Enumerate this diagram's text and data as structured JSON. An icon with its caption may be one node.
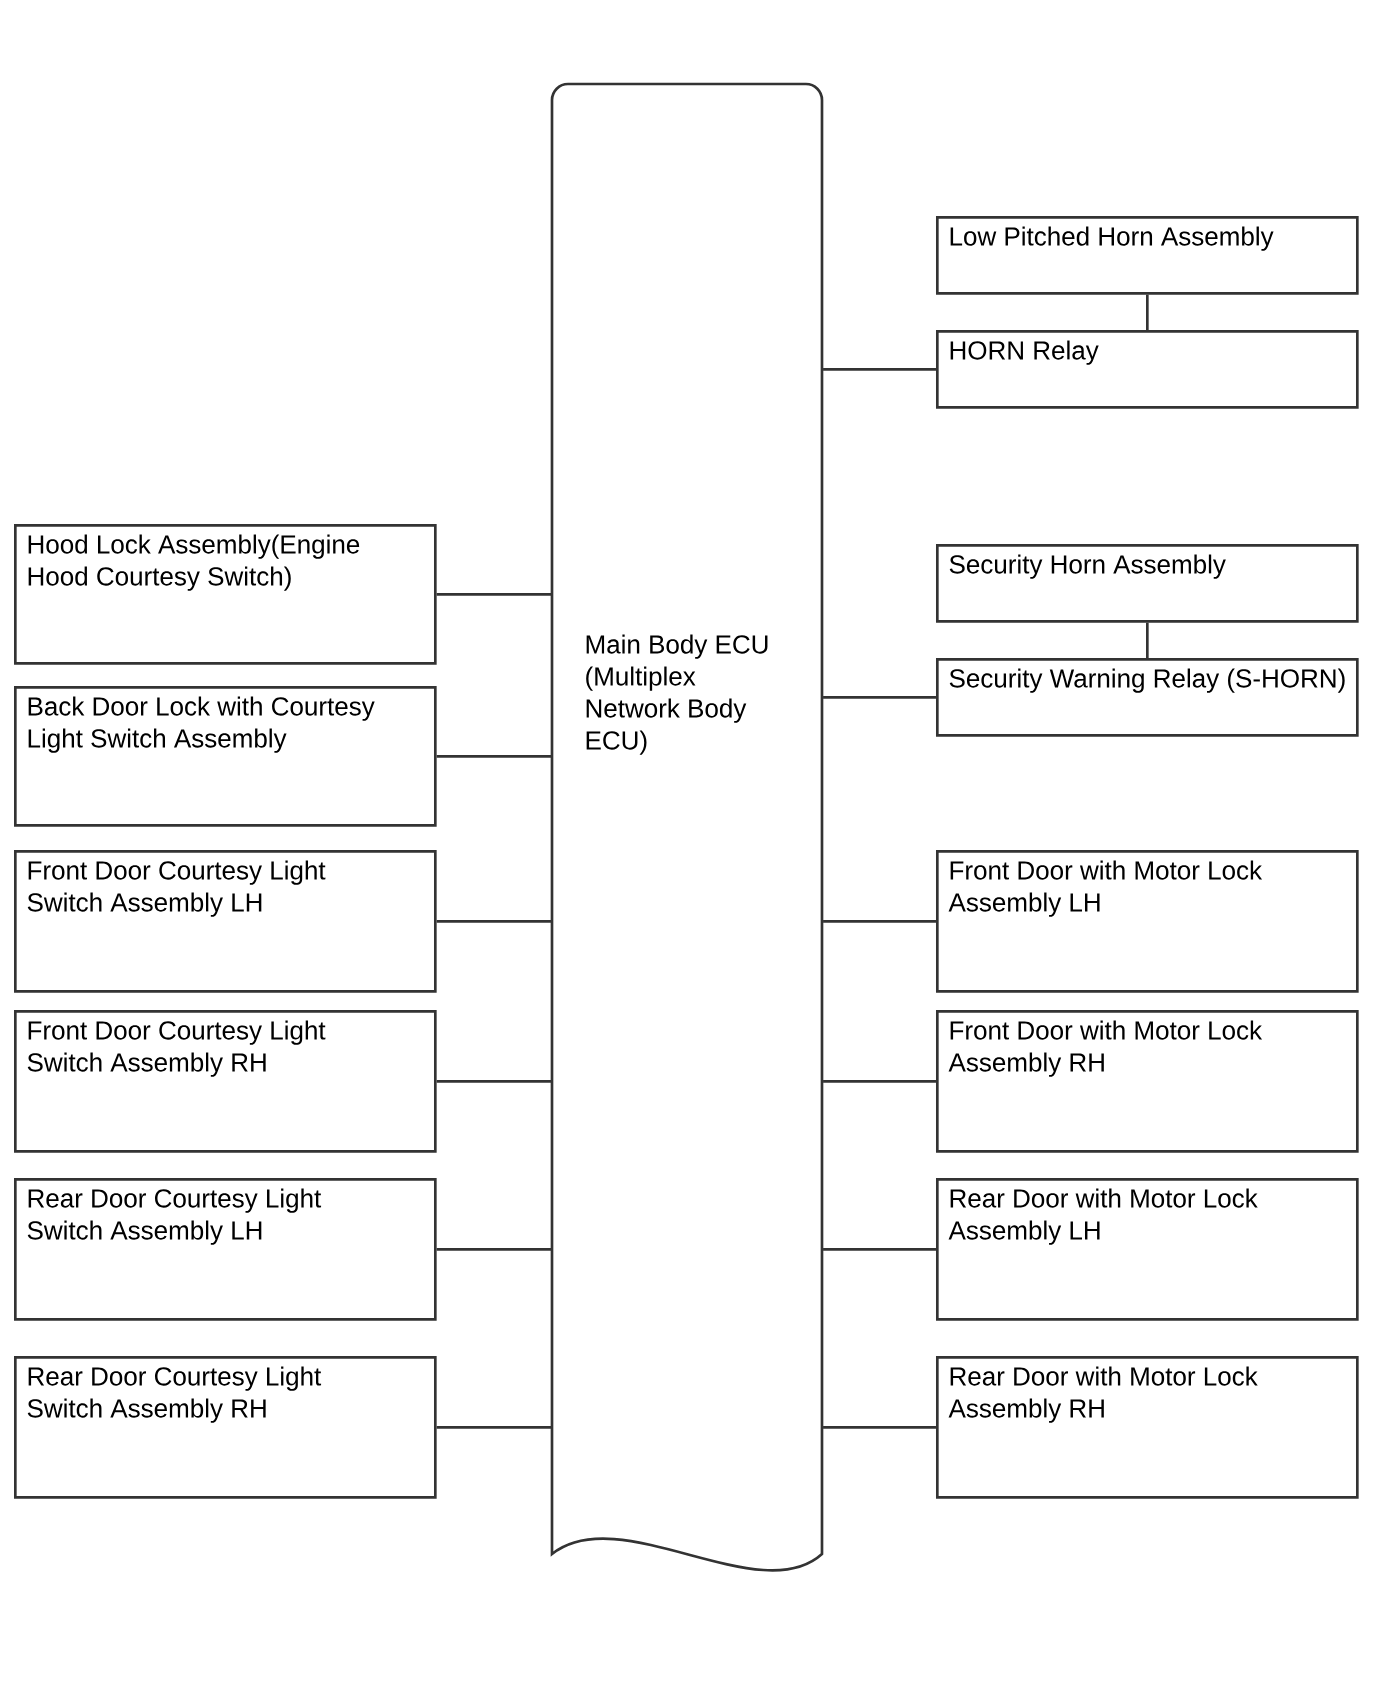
{
  "diagram": {
    "nodes": [
      {
        "text": [
          "Main Body ECU (Multiplex Network Body ECU)"
        ]
      },
      {
        "text": [
          "Low Pitched Horn Assembly"
        ]
      },
      {
        "text": [
          "HORN Relay"
        ]
      },
      {
        "text": [
          "Security Horn Assembly"
        ]
      },
      {
        "text": [
          "Security Warning Relay (S-HORN)"
        ]
      },
      {
        "text": [
          "Hood Lock Assembly(Engine Hood Courtesy Switch)"
        ]
      },
      {
        "text": [
          "Back Door Lock with Courtesy Light Switch Assembly"
        ]
      },
      {
        "text": [
          "Front Door Courtesy Light Switch Assembly LH"
        ]
      },
      {
        "text": [
          "Front Door Courtesy Light Switch Assembly RH"
        ]
      },
      {
        "text": [
          "Rear Door Courtesy Light Switch Assembly LH"
        ]
      },
      {
        "text": [
          "Rear Door Courtesy Light Switch Assembly RH"
        ]
      },
      {
        "text": [
          "Front Door with Motor Lock Assembly LH"
        ]
      },
      {
        "text": [
          "Front Door with Motor Lock Assembly RH"
        ]
      },
      {
        "text": [
          "Rear Door with Motor Lock Assembly LH"
        ]
      },
      {
        "text": [
          "Rear Door with Motor Lock Assembly RH"
        ]
      }
    ],
    "edges": [
      {
        "from": 1,
        "to": 2,
        "arrow": "none"
      },
      {
        "from": 0,
        "to": 2,
        "arrow": "none"
      },
      {
        "from": 3,
        "to": 4,
        "arrow": "none"
      },
      {
        "from": 0,
        "to": 4,
        "arrow": "none"
      },
      {
        "from": 5,
        "to": 0,
        "arrow": "none"
      },
      {
        "from": 6,
        "to": 0,
        "arrow": "none"
      },
      {
        "from": 7,
        "to": 0,
        "arrow": "none"
      },
      {
        "from": 8,
        "to": 0,
        "arrow": "none"
      },
      {
        "from": 9,
        "to": 0,
        "arrow": "none"
      },
      {
        "from": 10,
        "to": 0,
        "arrow": "none"
      },
      {
        "from": 0,
        "to": 11,
        "arrow": "none"
      },
      {
        "from": 0,
        "to": 12,
        "arrow": "none"
      },
      {
        "from": 0,
        "to": 13,
        "arrow": "none"
      },
      {
        "from": 0,
        "to": 14,
        "arrow": "none"
      }
    ]
  }
}
